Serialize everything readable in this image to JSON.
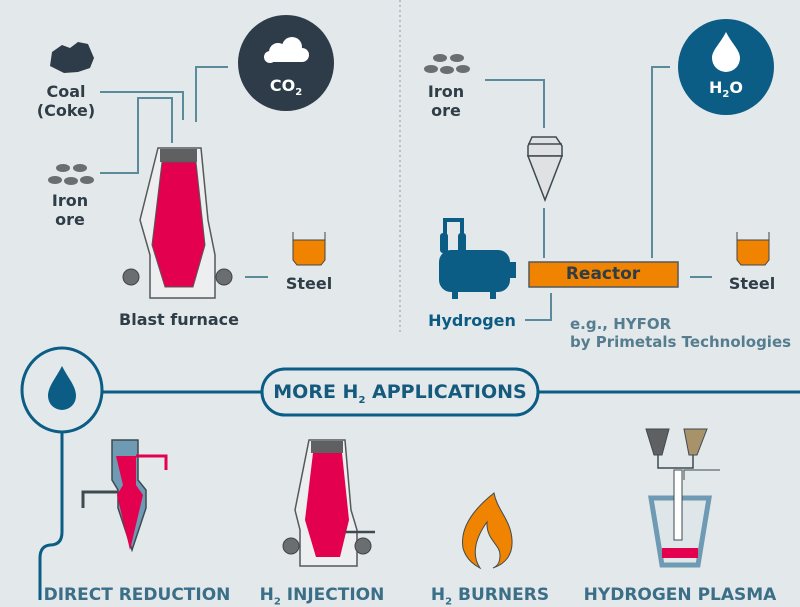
{
  "left_process": {
    "inputs": [
      {
        "label_line1": "Coal",
        "label_line2": "(Coke)",
        "icon": "coal-icon"
      },
      {
        "label_line1": "Iron",
        "label_line2": "ore",
        "icon": "iron-ore-icon"
      }
    ],
    "emission": {
      "label": "CO",
      "sub": "2",
      "icon": "cloud-icon"
    },
    "unit": "Blast furnace",
    "output": "Steel"
  },
  "right_process": {
    "input": {
      "label_line1": "Iron",
      "label_line2": "ore"
    },
    "hydrogen": "Hydrogen",
    "unit": "Reactor",
    "emission": {
      "label_pre": "H",
      "sub": "2",
      "label_post": "O",
      "icon": "water-drop-icon"
    },
    "output": "Steel",
    "note_line1": "e.g., HYFOR",
    "note_line2": "by Primetals Technologies"
  },
  "applications": {
    "heading_pre": "MORE H",
    "heading_sub": "2",
    "heading_post": " APPLICATIONS",
    "items": [
      {
        "label": "DIRECT REDUCTION"
      },
      {
        "label_pre": "H",
        "sub": "2",
        "label_post": " INJECTION"
      },
      {
        "label_pre": "H",
        "sub": "2",
        "label_post": " BURNERS"
      },
      {
        "label": "HYDROGEN PLASMA"
      }
    ]
  },
  "colors": {
    "background": "#e3e8eb",
    "dark": "#2d3c48",
    "blue": "#0b5d85",
    "red": "#e3004f",
    "orange": "#f08300",
    "line": "#5b8b9b"
  }
}
